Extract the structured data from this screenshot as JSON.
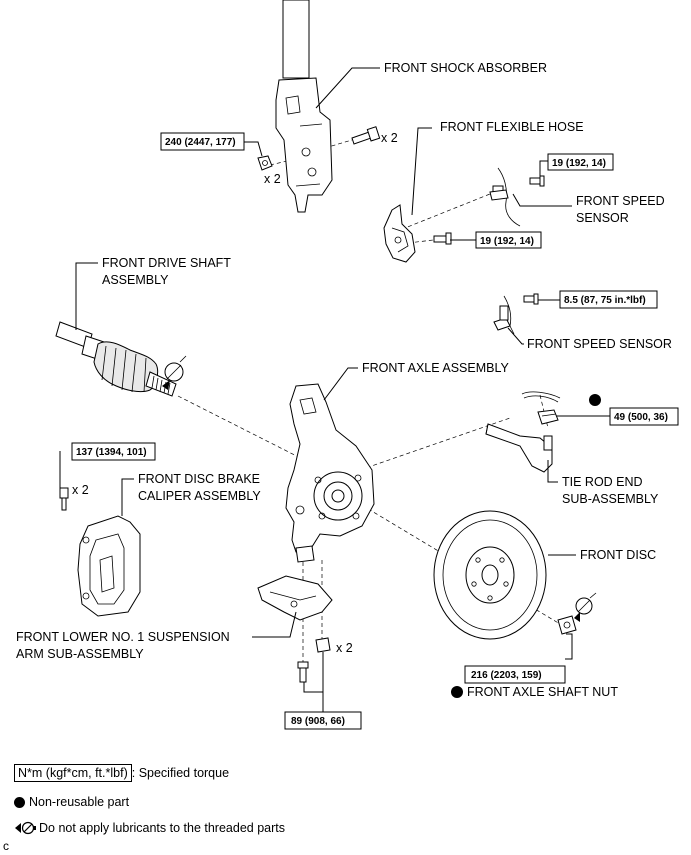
{
  "labels": {
    "front_shock_absorber": "FRONT SHOCK ABSORBER",
    "front_flexible_hose": "FRONT FLEXIBLE HOSE",
    "front_speed_sensor_1": "FRONT SPEED",
    "front_speed_sensor_2": "SENSOR",
    "front_drive_shaft_1": "FRONT DRIVE SHAFT",
    "front_drive_shaft_2": "ASSEMBLY",
    "front_speed_sensor_single": "FRONT SPEED SENSOR",
    "front_axle_assembly": "FRONT AXLE ASSEMBLY",
    "front_disc_brake_caliper_1": "FRONT DISC BRAKE",
    "front_disc_brake_caliper_2": "CALIPER ASSEMBLY",
    "tie_rod_end_1": "TIE ROD END",
    "tie_rod_end_2": "SUB-ASSEMBLY",
    "front_disc": "FRONT DISC",
    "front_lower_arm_1": "FRONT LOWER NO. 1 SUSPENSION",
    "front_lower_arm_2": "ARM SUB-ASSEMBLY",
    "front_axle_shaft_nut": "FRONT AXLE SHAFT NUT"
  },
  "torques": {
    "shock_bolts": "240 (2447, 177)",
    "hose_bracket_upper": "19 (192, 14)",
    "hose_bracket_lower": "19 (192, 14)",
    "speed_sensor_bolt": "8.5 (87, 75 in.*lbf)",
    "tie_rod_nut": "49 (500, 36)",
    "caliper_bolts": "137 (1394, 101)",
    "axle_shaft_nut": "216 (2203, 159)",
    "lower_arm_bolts": "89 (908, 66)"
  },
  "quantities": {
    "shock_bolt_qty": "x 2",
    "shock_nut_qty": "x 2",
    "caliper_bolt_qty": "x 2",
    "lower_arm_nut_qty": "x 2"
  },
  "legend": {
    "torque_box": "N*m (kgf*cm, ft.*lbf)",
    "torque_text": ": Specified torque",
    "nonreusable_text": "Non-reusable part",
    "no_lube_text": "Do not apply lubricants to the threaded parts"
  },
  "corner_mark": "c"
}
